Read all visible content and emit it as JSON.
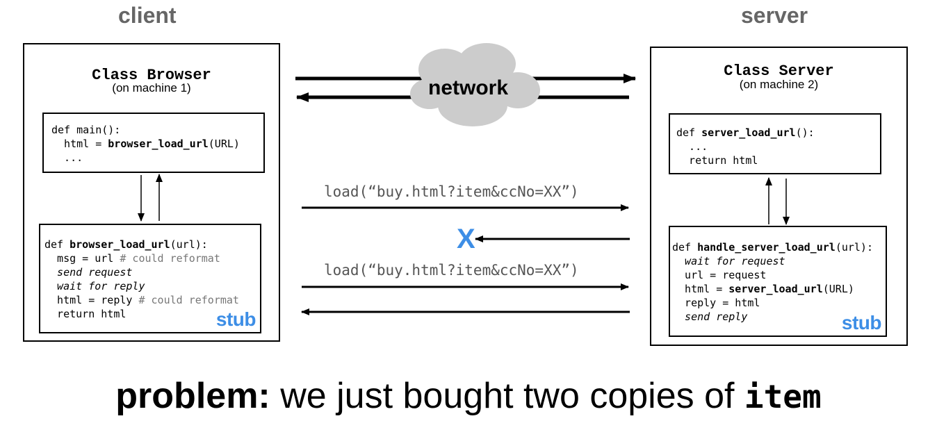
{
  "headers": {
    "client": "client",
    "server": "server"
  },
  "network": {
    "label": "network"
  },
  "client_box": {
    "title": "Class Browser",
    "subtitle": "(on machine 1)",
    "main_code": {
      "line1": "def main():",
      "line2_prefix": "  html = ",
      "line2_fn": "browser_load_url",
      "line2_suffix": "(URL)",
      "line3": "  ..."
    },
    "stub_code": {
      "line1_prefix": "def ",
      "line1_fn": "browser_load_url",
      "line1_suffix": "(url):",
      "line2": "  msg = url ",
      "line2_comment": "# could reformat",
      "line3": "  send request",
      "line4": "  wait for reply",
      "line5": "  html = reply ",
      "line5_comment": "# could reformat",
      "line6": "  return html"
    },
    "stub_label": "stub"
  },
  "server_box": {
    "title": "Class Server",
    "subtitle": "(on machine 2)",
    "server_code": {
      "line1_prefix": "def ",
      "line1_fn": "server_load_url",
      "line1_suffix": "():",
      "line2": "  ...",
      "line3": "  return html"
    },
    "stub_code": {
      "line1_prefix": "def ",
      "line1_fn": "handle_server_load_url",
      "line1_suffix": "(url):",
      "line2": "  wait for request",
      "line3": "  url = request",
      "line4_prefix": "  html = ",
      "line4_fn": "server_load_url",
      "line4_suffix": "(URL)",
      "line5": "  reply = html",
      "line6": "  send reply"
    },
    "stub_label": "stub"
  },
  "messages": {
    "request1": "load(“buy.html?item&ccNo=XX”)",
    "request2": "load(“buy.html?item&ccNo=XX”)",
    "lost_marker": "X"
  },
  "caption": {
    "bold": "problem:",
    "text": " we just bought two copies of ",
    "code": "item"
  },
  "colors": {
    "accent": "#3d8ee6",
    "header_gray": "#666666",
    "cloud": "#cccccc"
  }
}
